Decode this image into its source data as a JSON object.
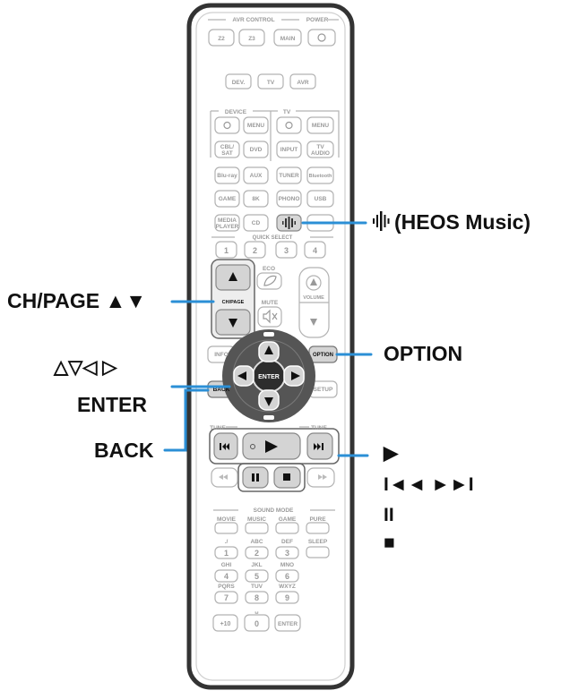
{
  "remote": {
    "sections": {
      "avr_control": "AVR CONTROL",
      "power": "POWER",
      "device": "DEVICE",
      "tv": "TV",
      "quick_select": "QUICK SELECT",
      "eco": "ECO",
      "volume": "VOLUME",
      "mute": "MUTE",
      "tune_left": "TUNE",
      "tune_right": "TUNE",
      "sound_mode": "SOUND MODE"
    },
    "keys": {
      "z2": "Z2",
      "z3": "Z3",
      "main": "MAIN",
      "dev": "DEV.",
      "tv_mode": "TV",
      "avr": "AVR",
      "menu": "MENU",
      "tv_menu": "MENU",
      "cbl_sat_1": "CBL/",
      "cbl_sat_2": "SAT",
      "dvd": "DVD",
      "input": "INPUT",
      "tv_audio_1": "TV",
      "tv_audio_2": "AUDIO",
      "bluray": "Blu-ray",
      "aux": "AUX",
      "tuner": "TUNER",
      "bluetooth": "Bluetooth",
      "game": "GAME",
      "8k": "8K",
      "phono": "PHONO",
      "usb": "USB",
      "media_player_1": "MEDIA",
      "media_player_2": "PLAYER",
      "cd": "CD",
      "heos": "HEOS",
      "qs1": "1",
      "qs2": "2",
      "qs3": "3",
      "qs4": "4",
      "ch_page": "CH/PAGE",
      "info": "INFO",
      "option": "OPTION",
      "enter": "ENTER",
      "back": "BACK",
      "setup": "SETUP",
      "movie": "MOVIE",
      "music": "MUSIC",
      "game_mode": "GAME",
      "pure": "PURE",
      "sleep": "SLEEP",
      "n1": "1",
      "n2": "2",
      "n3": "3",
      "n4": "4",
      "n5": "5",
      "n6": "6",
      "n7": "7",
      "n8": "8",
      "n9": "9",
      "n0": "0",
      "plus10": "+10",
      "enter_num": "ENTER",
      "l1": "./",
      "l2": "ABC",
      "l3": "DEF",
      "l4": "GHI",
      "l5": "JKL",
      "l6": "MNO",
      "l7": "PQRS",
      "l8": "TUV",
      "l9": "WXYZ",
      "l0": "␣"
    }
  },
  "callouts": {
    "heos_music": "(HEOS Music)",
    "ch_page": "CH/PAGE ▲▼",
    "option": "OPTION",
    "arrows": "△▽◁ ▷",
    "enter": "ENTER",
    "back": "BACK",
    "play": "▶",
    "skip": "I◄◄ ►►I",
    "pause": "II",
    "stop": "■"
  },
  "colors": {
    "callout_line": "#2b8fd6",
    "button_outline": "#aaaaaa",
    "highlight_key": "#d4d4d4",
    "dpad": "#555555",
    "text_dark": "#111111"
  }
}
